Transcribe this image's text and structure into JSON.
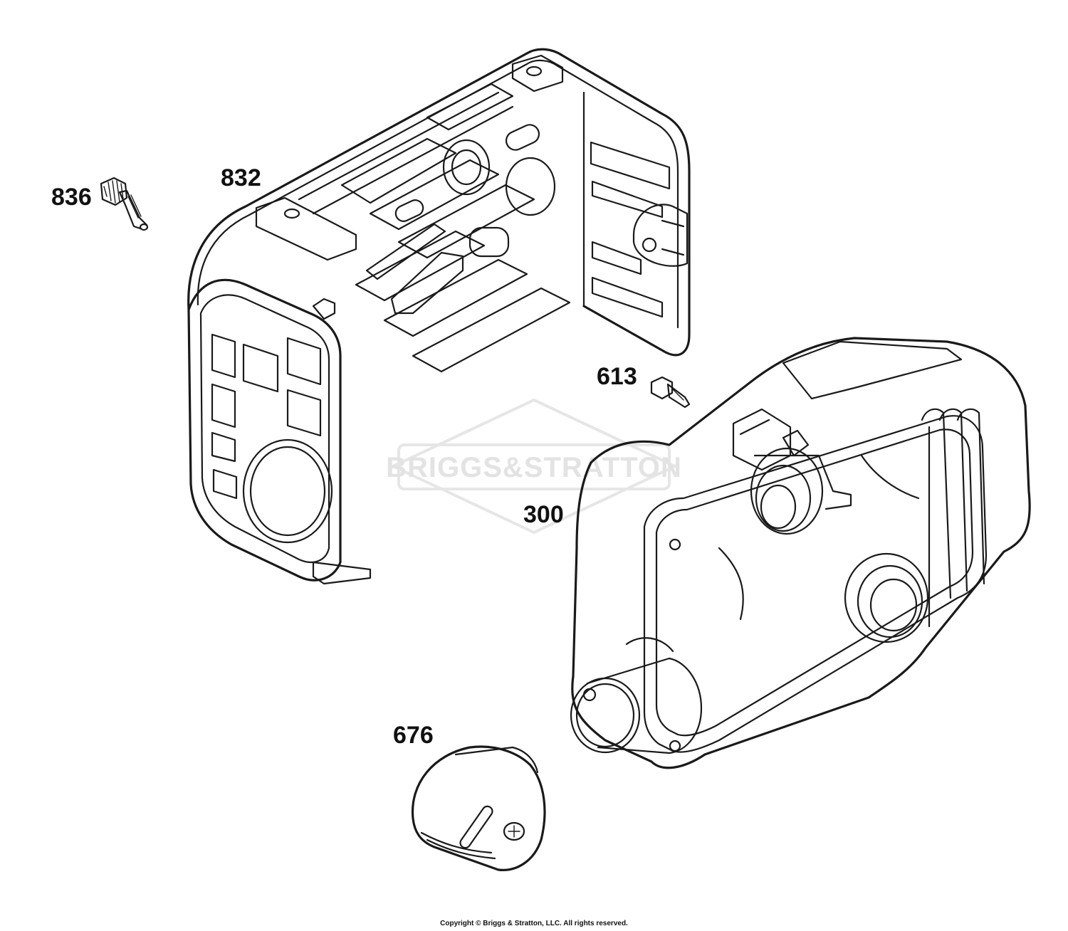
{
  "watermark": {
    "text": "BRIGGS&STRATTON",
    "color": "#e3e3e3"
  },
  "parts": [
    {
      "id": "836",
      "label": "836",
      "description_icon": "flange-nut-icon"
    },
    {
      "id": "832",
      "label": "832",
      "description_icon": "muffler-guard-icon"
    },
    {
      "id": "613",
      "label": "613",
      "description_icon": "bolt-icon"
    },
    {
      "id": "300",
      "label": "300",
      "description_icon": "muffler-icon"
    },
    {
      "id": "676",
      "label": "676",
      "description_icon": "spark-arrester-cap-icon"
    }
  ],
  "copyright": "Copyright © Briggs & Stratton, LLC. All rights reserved.",
  "colors": {
    "line": "#1a1a1a",
    "background": "#ffffff",
    "watermark": "#e3e3e3"
  }
}
